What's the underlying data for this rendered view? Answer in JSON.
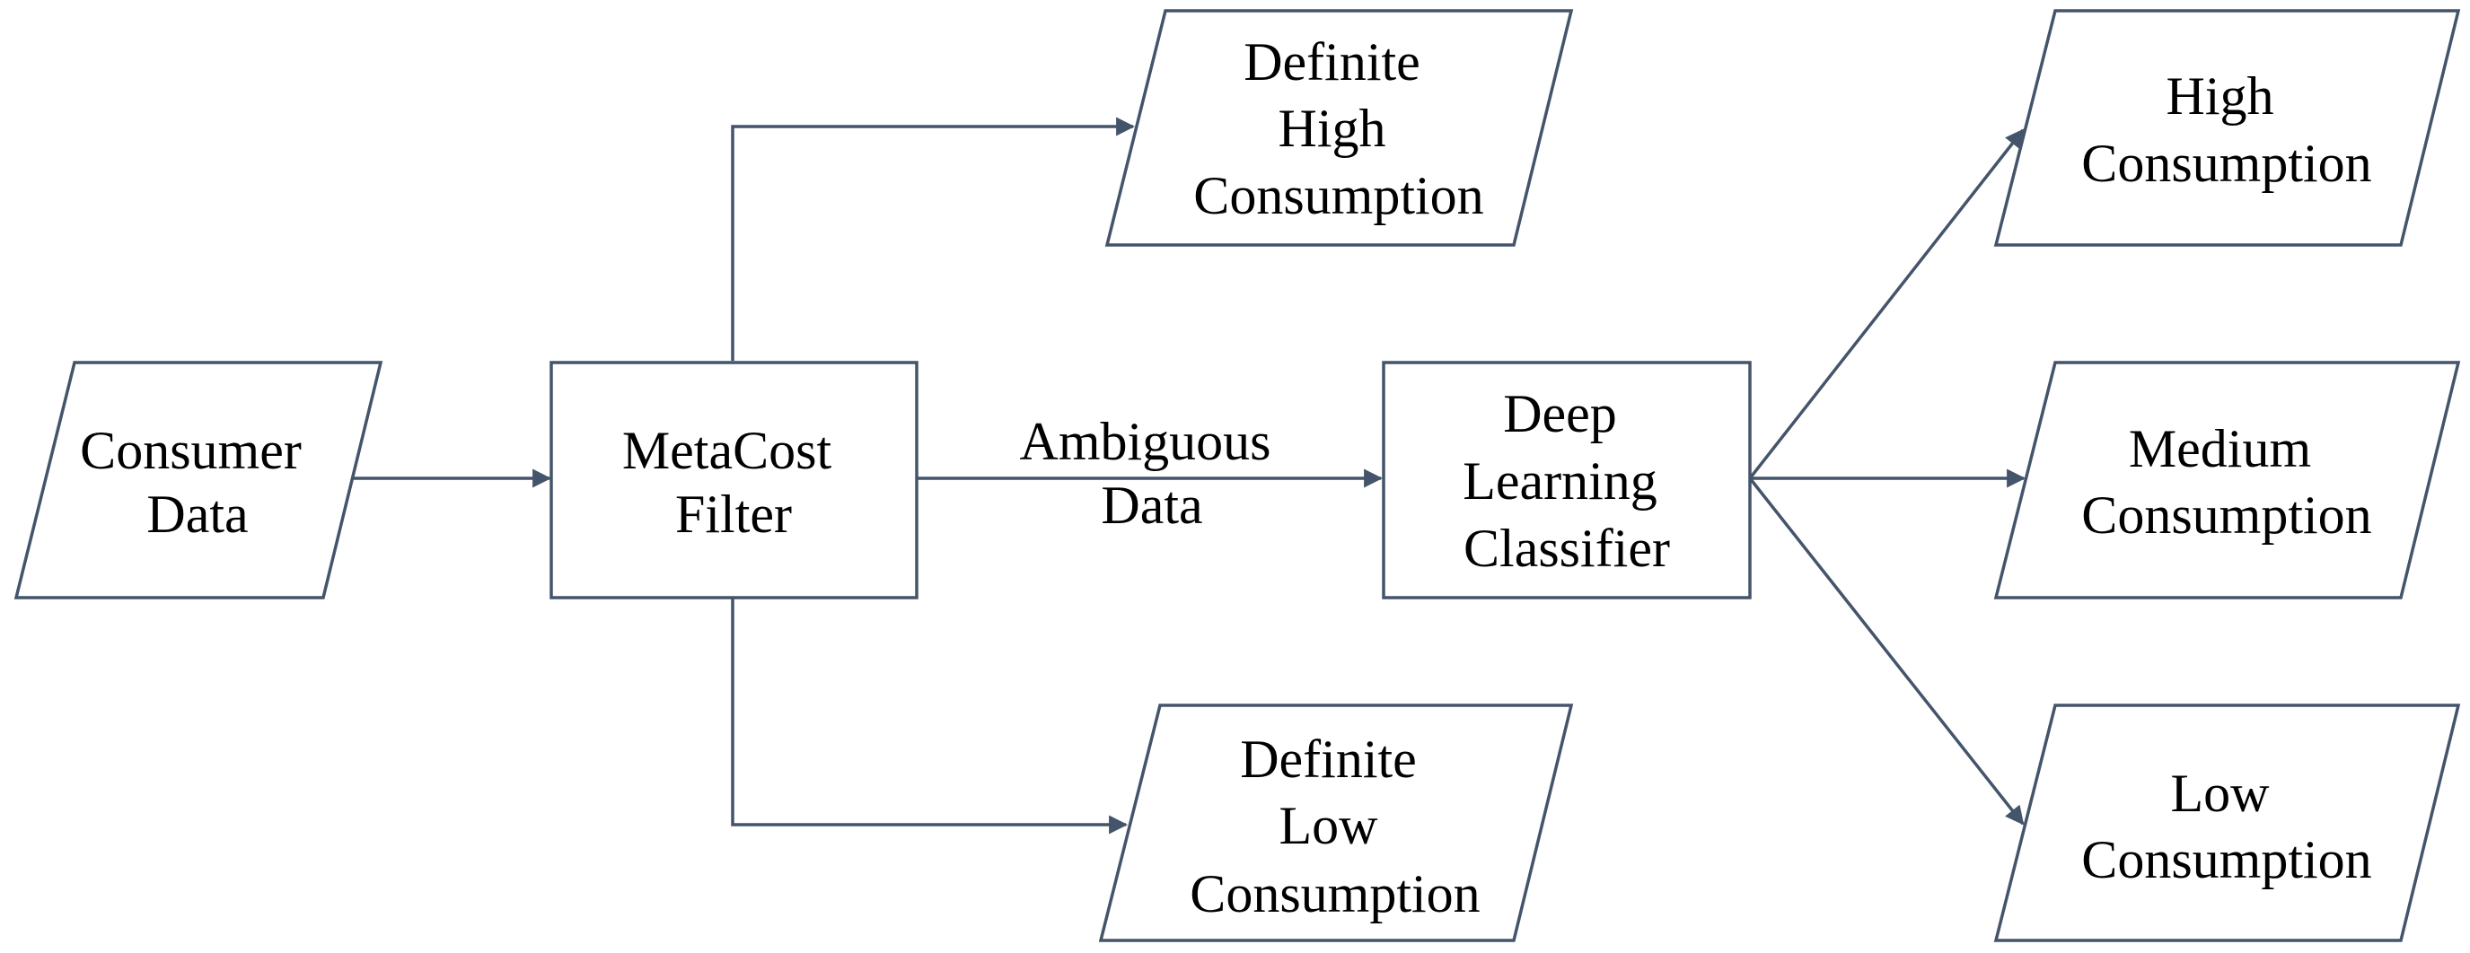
{
  "nodes": {
    "consumer_data": {
      "lines": [
        "Consumer",
        "Data"
      ],
      "shape": "parallelogram"
    },
    "metacost_filter": {
      "lines": [
        "MetaCost",
        "Filter"
      ],
      "shape": "rectangle"
    },
    "definite_high": {
      "lines": [
        "Definite",
        "High",
        "Consumption"
      ],
      "shape": "parallelogram"
    },
    "definite_low": {
      "lines": [
        "Definite",
        "Low",
        "Consumption"
      ],
      "shape": "parallelogram"
    },
    "deep_learning_classifier": {
      "lines": [
        "Deep",
        "Learning",
        "Classifier"
      ],
      "shape": "rectangle"
    },
    "high_consumption": {
      "lines": [
        "High",
        "Consumption"
      ],
      "shape": "parallelogram"
    },
    "medium_consumption": {
      "lines": [
        "Medium",
        "Consumption"
      ],
      "shape": "parallelogram"
    },
    "low_consumption": {
      "lines": [
        "Low",
        "Consumption"
      ],
      "shape": "parallelogram"
    }
  },
  "edges": {
    "ambiguous": {
      "from": "metacost_filter",
      "to": "deep_learning_classifier",
      "lines": [
        "Ambiguous",
        "Data"
      ]
    },
    "to_filter": {
      "from": "consumer_data",
      "to": "metacost_filter"
    },
    "to_definite_high": {
      "from": "metacost_filter",
      "to": "definite_high"
    },
    "to_definite_low": {
      "from": "metacost_filter",
      "to": "definite_low"
    },
    "to_high": {
      "from": "deep_learning_classifier",
      "to": "high_consumption"
    },
    "to_medium": {
      "from": "deep_learning_classifier",
      "to": "medium_consumption"
    },
    "to_low": {
      "from": "deep_learning_classifier",
      "to": "low_consumption"
    }
  },
  "colors": {
    "stroke": "#44546a",
    "fill": "#ffffff",
    "text": "#000000"
  }
}
